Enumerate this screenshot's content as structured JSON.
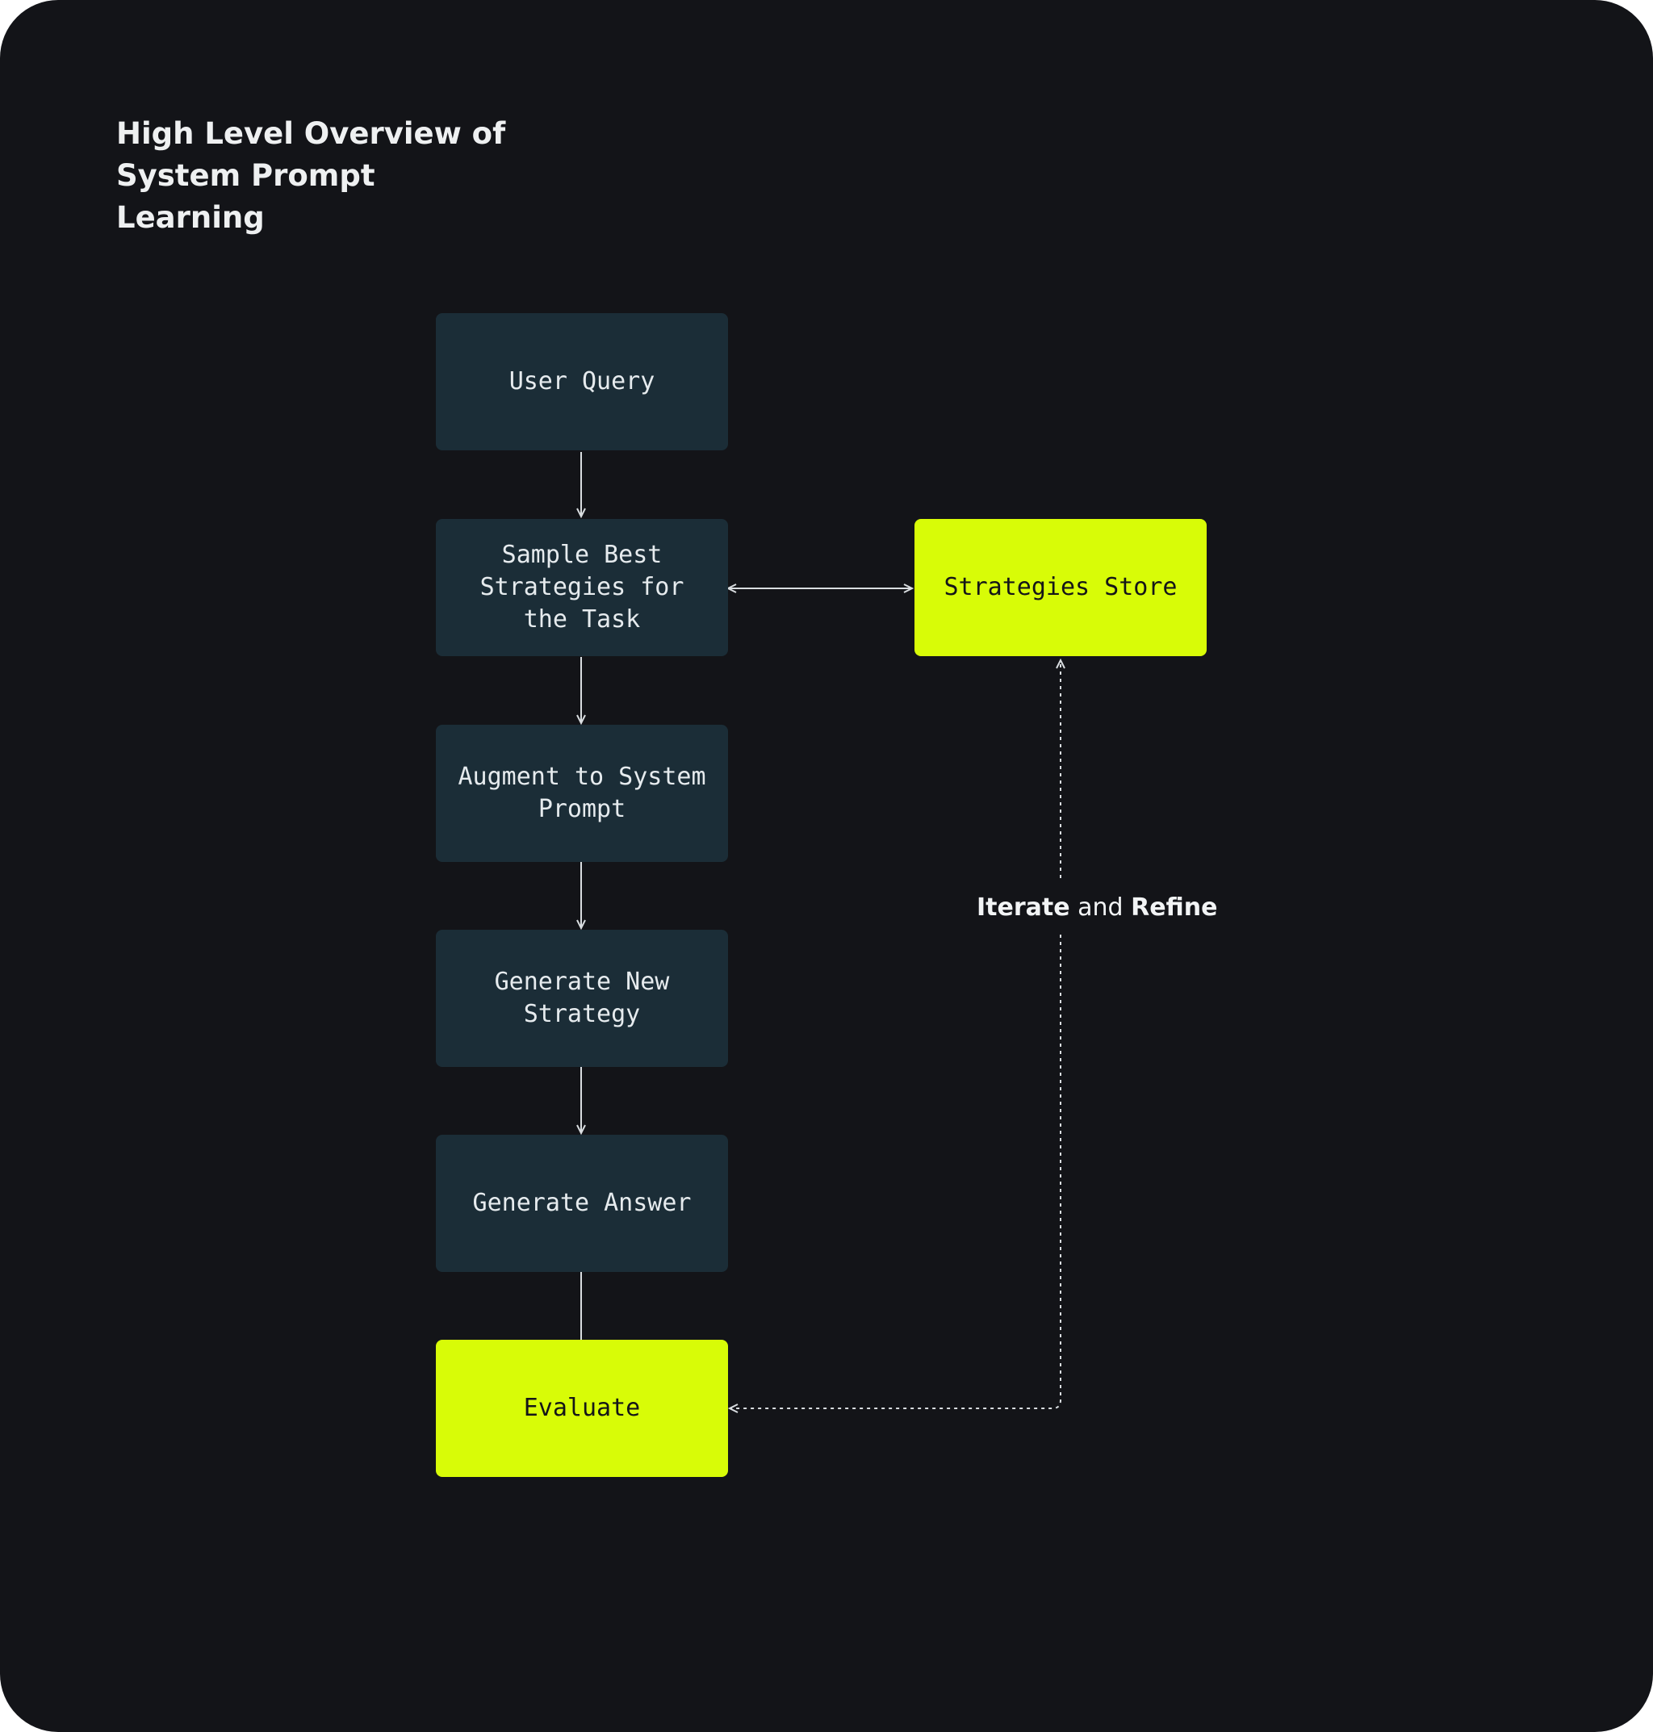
{
  "title": "High Level Overview of\nSystem Prompt\nLearning",
  "nodes": {
    "user_query": "User Query",
    "sample_strategies": "Sample Best Strategies for the Task",
    "augment_prompt": "Augment to System Prompt",
    "generate_strategy": "Generate New Strategy",
    "generate_answer": "Generate Answer",
    "evaluate": "Evaluate",
    "strategies_store": "Strategies Store"
  },
  "loop_label": {
    "part1": "Iterate",
    "part2": " and ",
    "part3": "Refine"
  },
  "colors": {
    "background": "#131418",
    "dark_box": "#1b2d37",
    "accent_box": "#d8fc07",
    "text_light": "#e6ebee",
    "text_dark": "#141518"
  }
}
